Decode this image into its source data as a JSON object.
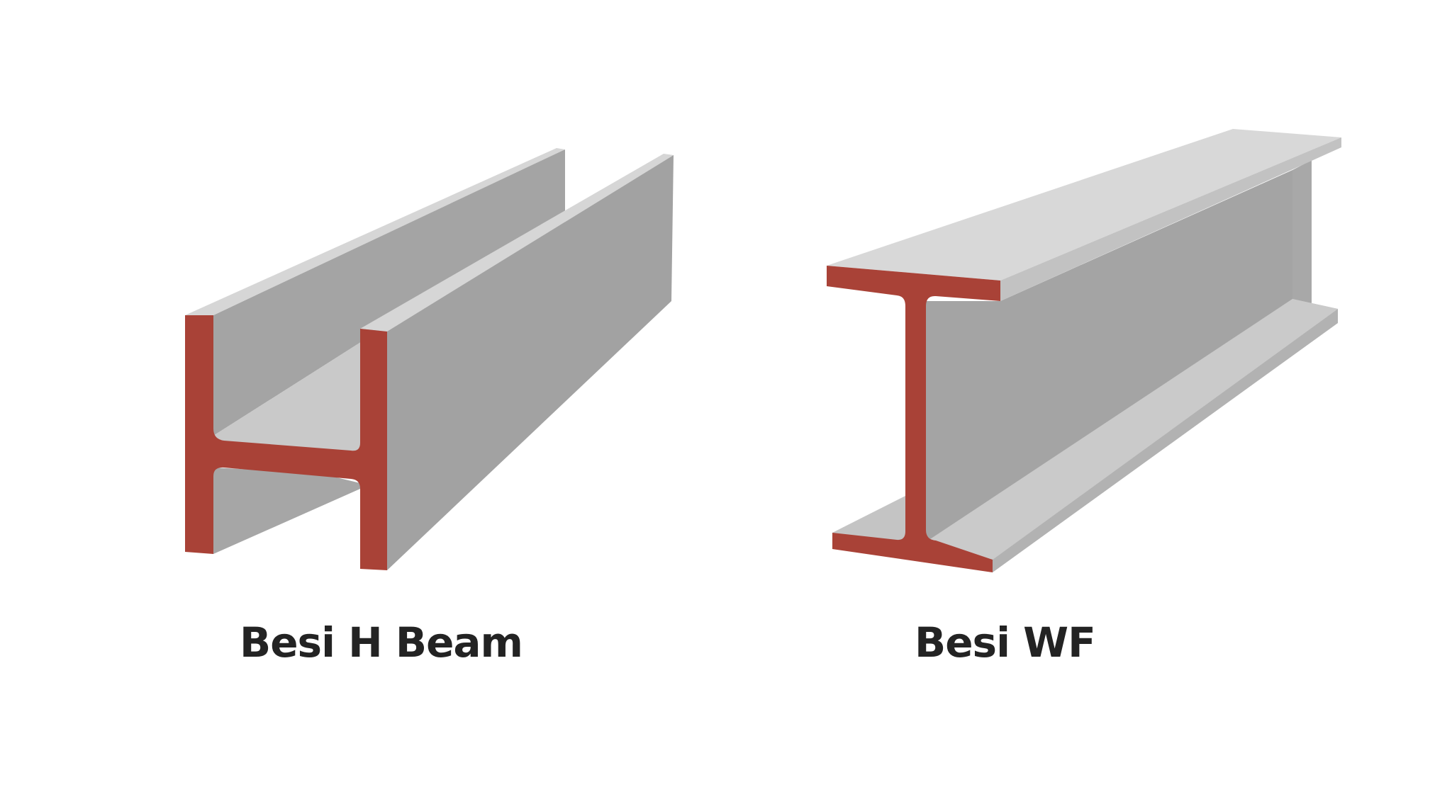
{
  "colors": {
    "cross_section": "#a94237",
    "face_dark": "#a2a2a2",
    "face_mid": "#bdbdbd",
    "face_light": "#d8d8d8",
    "background": "#ffffff",
    "label_text": "#232323"
  },
  "beams": [
    {
      "id": "h-beam",
      "label": "Besi H Beam",
      "profile": "H"
    },
    {
      "id": "wf-beam",
      "label": "Besi WF",
      "profile": "I"
    }
  ]
}
